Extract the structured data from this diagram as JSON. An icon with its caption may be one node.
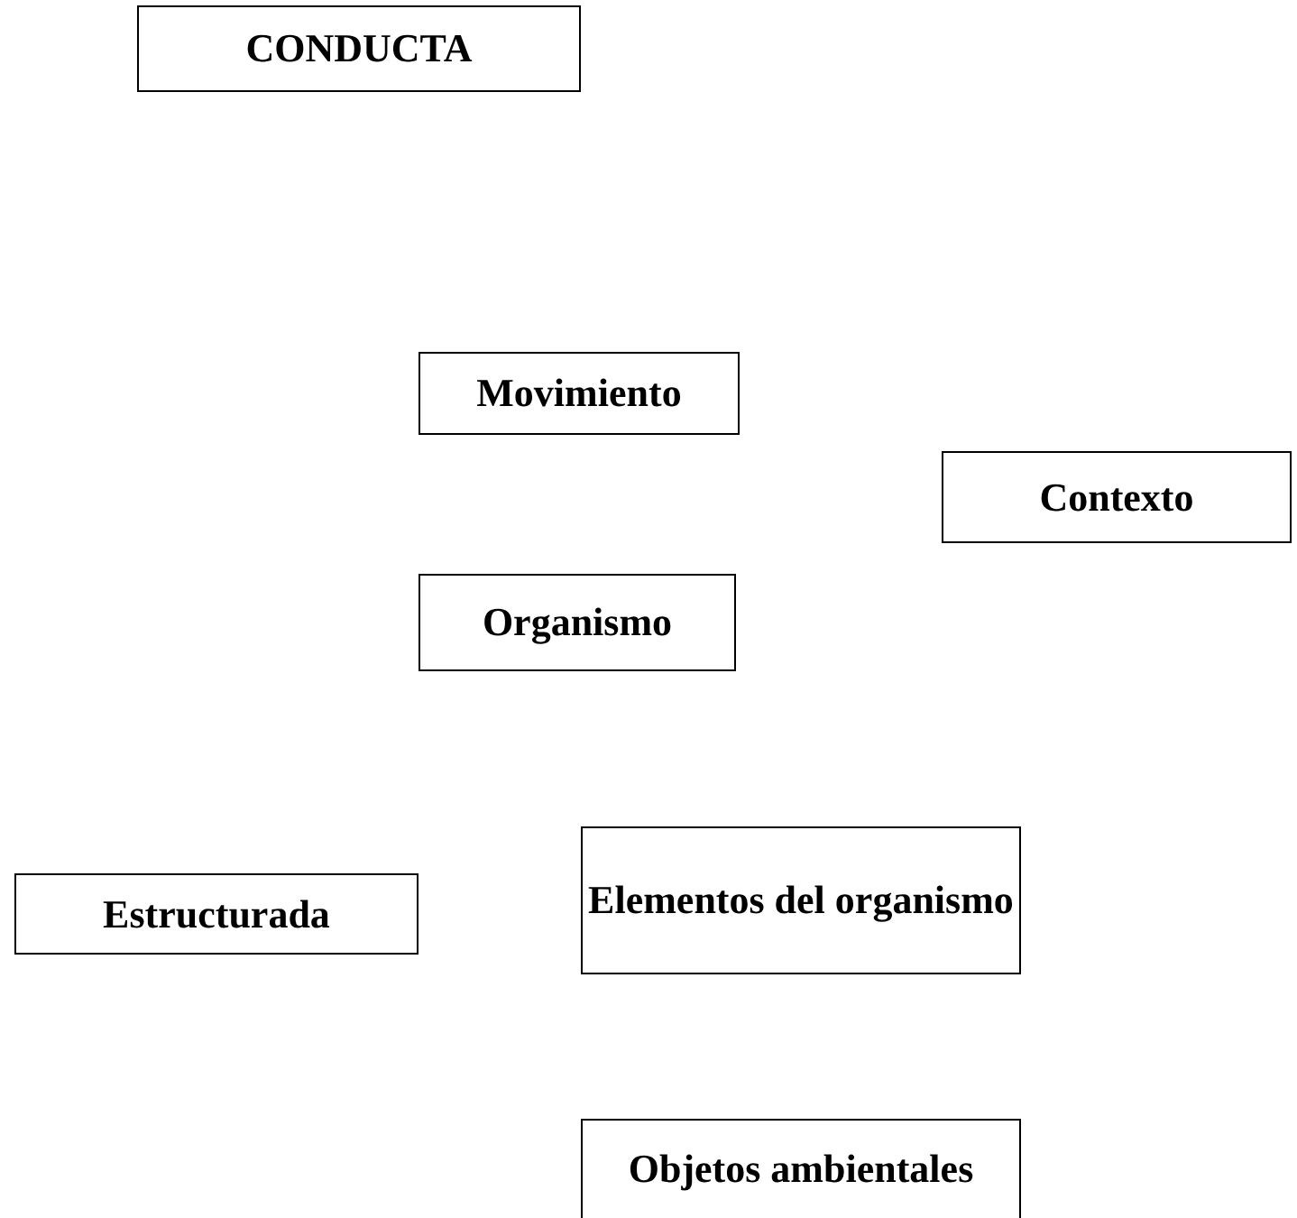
{
  "diagram": {
    "nodes": [
      {
        "text": [
          "CONDUCTA"
        ]
      },
      {
        "text": [
          "Movimiento"
        ]
      },
      {
        "text": [
          "Contexto"
        ]
      },
      {
        "text": [
          "Organismo"
        ]
      },
      {
        "text": [
          "Estructurada"
        ]
      },
      {
        "text": [
          "Elementos del organismo"
        ]
      },
      {
        "text": [
          "Objetos ambientales"
        ]
      }
    ]
  }
}
